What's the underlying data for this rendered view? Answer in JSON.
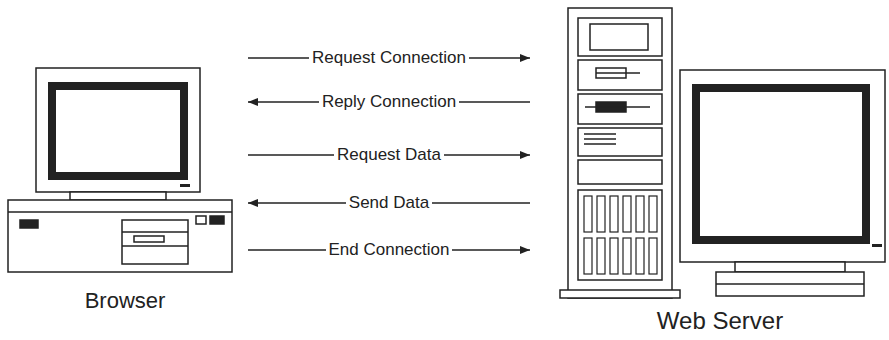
{
  "diagram": {
    "nodes": [
      {
        "text": [
          "Browser"
        ]
      },
      {
        "text": [
          "Web Server"
        ]
      }
    ],
    "edges": [
      {
        "from": 0,
        "to": 1,
        "arrow": "to",
        "label": "Request Connection"
      },
      {
        "from": 1,
        "to": 0,
        "arrow": "to",
        "label": "Reply Connection"
      },
      {
        "from": 0,
        "to": 1,
        "arrow": "to",
        "label": "Request Data"
      },
      {
        "from": 1,
        "to": 0,
        "arrow": "to",
        "label": "Send Data"
      },
      {
        "from": 0,
        "to": 1,
        "arrow": "to",
        "label": "End Connection"
      }
    ]
  }
}
